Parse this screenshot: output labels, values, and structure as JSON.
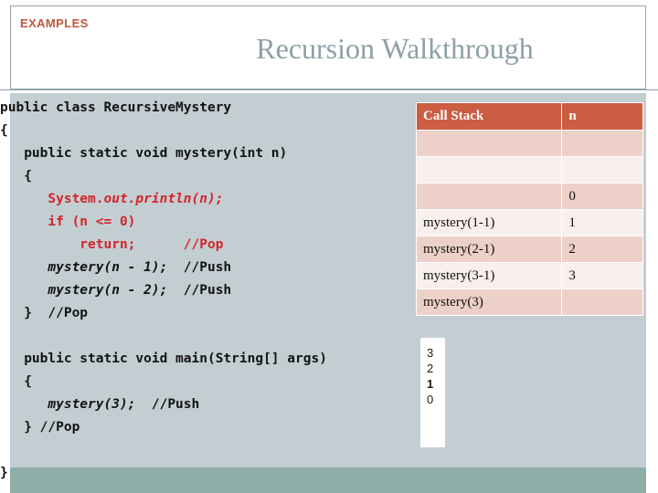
{
  "header": {
    "eyebrow": "EXAMPLES",
    "title": "Recursion Walkthrough"
  },
  "code": {
    "language": "java",
    "lines": [
      {
        "id": "l1",
        "segments": [
          {
            "text": "public class RecursiveMystery",
            "style": "plain"
          }
        ]
      },
      {
        "id": "l2",
        "segments": [
          {
            "text": "{",
            "style": "plain"
          }
        ]
      },
      {
        "id": "l3",
        "segments": [
          {
            "text": "   public static void mystery(int n)",
            "style": "plain"
          }
        ]
      },
      {
        "id": "l4",
        "segments": [
          {
            "text": "   {",
            "style": "plain"
          }
        ]
      },
      {
        "id": "l5",
        "segments": [
          {
            "text": "      System.",
            "style": "red"
          },
          {
            "text": "out.println(n);",
            "style": "red-italic"
          }
        ]
      },
      {
        "id": "l6",
        "segments": [
          {
            "text": "      if (n <= 0)",
            "style": "red"
          }
        ]
      },
      {
        "id": "l7",
        "segments": [
          {
            "text": "          return;      ",
            "style": "red"
          },
          {
            "text": "//Pop",
            "style": "red"
          }
        ]
      },
      {
        "id": "l8",
        "segments": [
          {
            "text": "      mystery(n - 1);",
            "style": "italic"
          },
          {
            "text": "  //Push",
            "style": "plain"
          }
        ]
      },
      {
        "id": "l9",
        "segments": [
          {
            "text": "      mystery(n - 2);",
            "style": "italic"
          },
          {
            "text": "  //Push",
            "style": "plain"
          }
        ]
      },
      {
        "id": "l10",
        "segments": [
          {
            "text": "   }  //Pop",
            "style": "plain"
          }
        ]
      },
      {
        "id": "l11",
        "segments": [
          {
            "text": "",
            "style": "plain"
          }
        ]
      },
      {
        "id": "l12",
        "segments": [
          {
            "text": "   public static void main(String[] args)",
            "style": "plain"
          }
        ]
      },
      {
        "id": "l13",
        "segments": [
          {
            "text": "   {",
            "style": "plain"
          }
        ]
      },
      {
        "id": "l14",
        "segments": [
          {
            "text": "      mystery(3);",
            "style": "italic"
          },
          {
            "text": "  //Push",
            "style": "plain"
          }
        ]
      },
      {
        "id": "l15",
        "segments": [
          {
            "text": "   } //Pop",
            "style": "plain"
          }
        ]
      },
      {
        "id": "l16",
        "segments": [
          {
            "text": "",
            "style": "plain"
          }
        ]
      },
      {
        "id": "l17",
        "segments": [
          {
            "text": "}",
            "style": "plain"
          }
        ]
      }
    ]
  },
  "call_stack": {
    "columns": [
      "Call Stack",
      "n"
    ],
    "rows": [
      {
        "call": "",
        "n": "",
        "shade": "dark"
      },
      {
        "call": "",
        "n": "",
        "shade": "light"
      },
      {
        "call": "",
        "n": "0",
        "shade": "dark"
      },
      {
        "call": "mystery(1-1)",
        "n": "1",
        "shade": "light"
      },
      {
        "call": "mystery(2-1)",
        "n": "2",
        "shade": "dark"
      },
      {
        "call": "mystery(3-1)",
        "n": "3",
        "shade": "light"
      },
      {
        "call": "mystery(3)",
        "n": "",
        "shade": "dark"
      }
    ]
  },
  "output": {
    "lines": [
      {
        "value": "3",
        "emphasis": "normal"
      },
      {
        "value": "2",
        "emphasis": "normal"
      },
      {
        "value": "1",
        "emphasis": "bold"
      },
      {
        "value": "0",
        "emphasis": "normal"
      }
    ]
  },
  "colors": {
    "accent_header": "#cc5c42",
    "eyebrow": "#c4573d",
    "title": "#8da0a6",
    "panel_bg": "#c3ced3",
    "footer_bar": "#8fada9",
    "row_dark": "#edd0c8",
    "row_light": "#f9efec",
    "code_red": "#d4232a",
    "code_black": "#121212"
  }
}
